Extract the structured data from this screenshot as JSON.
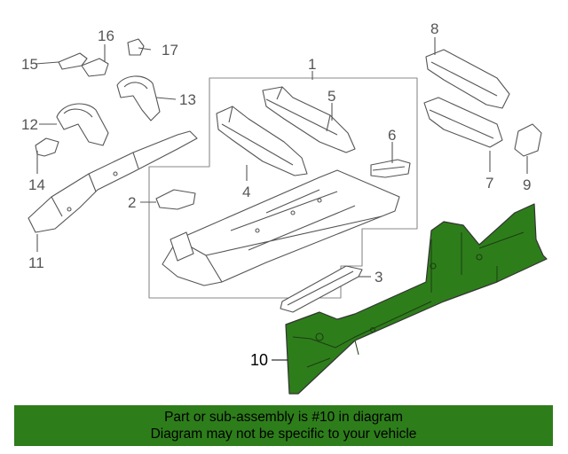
{
  "callouts": {
    "c1": "1",
    "c2": "2",
    "c3": "3",
    "c4": "4",
    "c5": "5",
    "c6": "6",
    "c7": "7",
    "c8": "8",
    "c9": "9",
    "c10": "10",
    "c11": "11",
    "c12": "12",
    "c13": "13",
    "c14": "14",
    "c15": "15",
    "c16": "16",
    "c17": "17"
  },
  "highlight_part": "10",
  "colors": {
    "highlight": "#2e7d1b",
    "line": "#555555",
    "group_box": "#8a8a8a"
  },
  "banner": {
    "line1": "Part or sub-assembly is #10 in diagram",
    "line2": "Diagram may not be specific to your vehicle"
  }
}
